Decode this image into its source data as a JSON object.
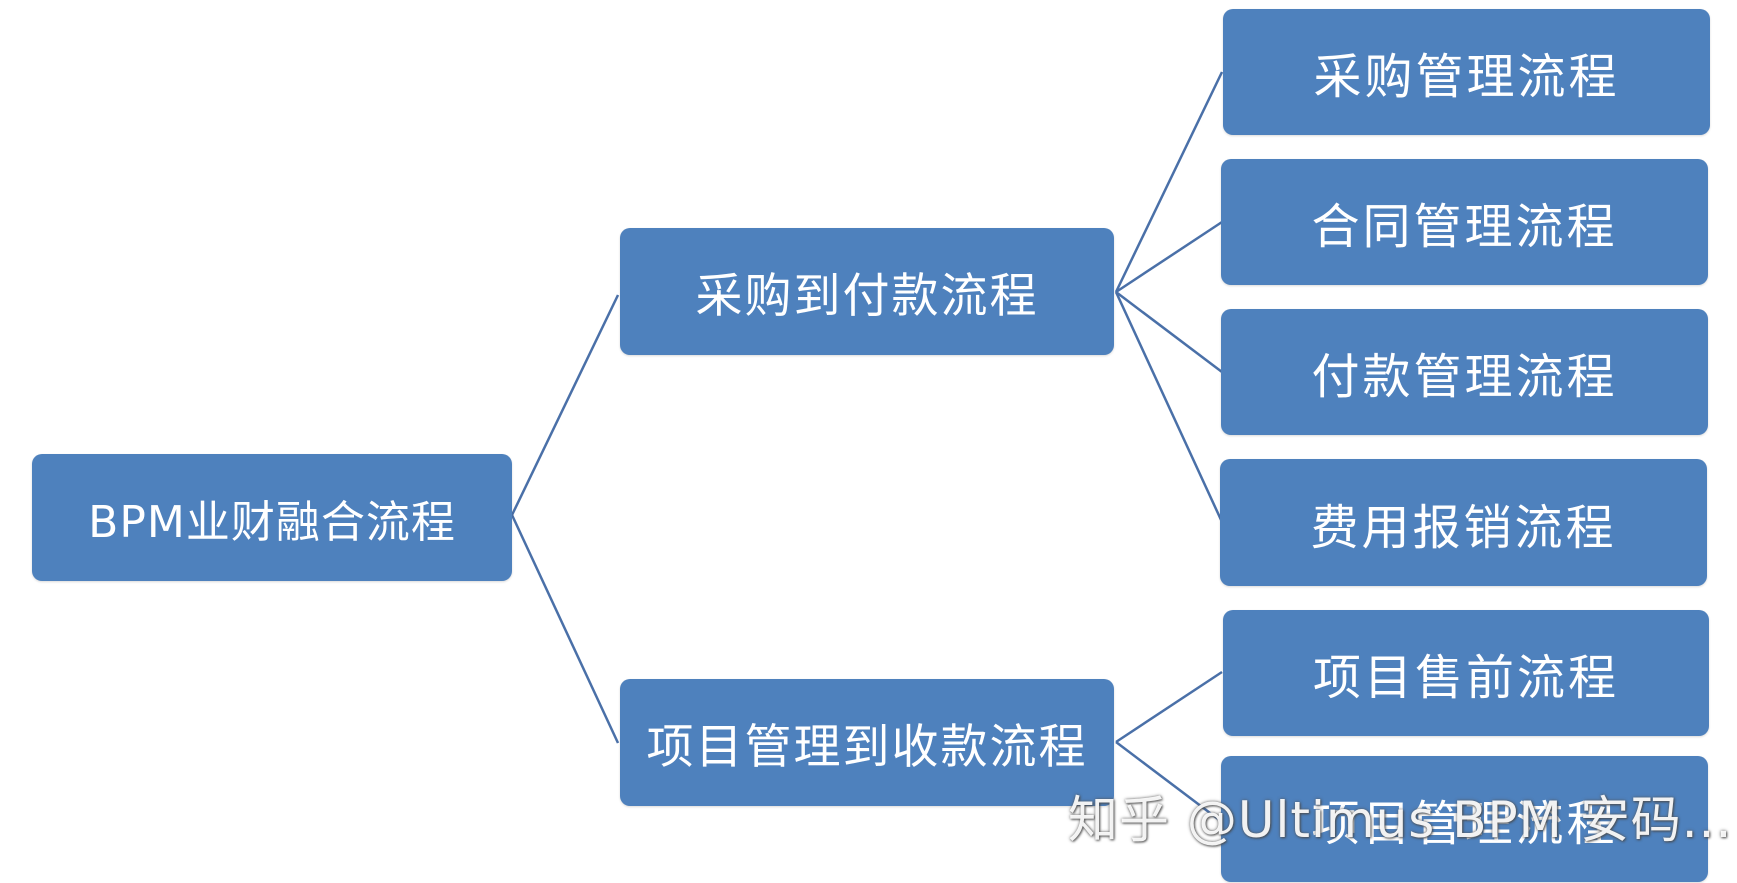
{
  "diagram": {
    "root": {
      "id": "root",
      "label": "BPM业财融合流程"
    },
    "level1": [
      {
        "id": "p2p",
        "label": "采购到付款流程"
      },
      {
        "id": "pm2c",
        "label": "项目管理到收款流程"
      }
    ],
    "leaves": [
      {
        "id": "leaf1",
        "parent": "p2p",
        "label": "采购管理流程"
      },
      {
        "id": "leaf2",
        "parent": "p2p",
        "label": "合同管理流程"
      },
      {
        "id": "leaf3",
        "parent": "p2p",
        "label": "付款管理流程"
      },
      {
        "id": "leaf4",
        "parent": "p2p",
        "label": "费用报销流程"
      },
      {
        "id": "leaf5",
        "parent": "pm2c",
        "label": "项目售前流程"
      },
      {
        "id": "leaf6",
        "parent": "pm2c",
        "label": "项目管理流程"
      }
    ],
    "colors": {
      "node_fill": "#4e81bd",
      "connector": "#4a70a8",
      "text": "#ffffff"
    }
  },
  "watermark": {
    "text": "知乎 @Ultimus BPM 安码..."
  }
}
